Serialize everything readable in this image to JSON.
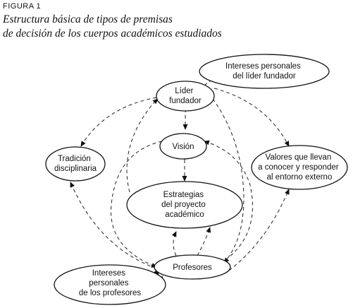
{
  "figure": {
    "label": "FIGURA 1",
    "title_lines": [
      "Estructura básica de tipos de premisas",
      "de decisión de los cuerpos académicos estudiados"
    ]
  },
  "nodes": {
    "lider": {
      "lines": [
        "Líder",
        "fundador"
      ]
    },
    "intereses_lider": {
      "lines": [
        "Intereses personales",
        "del líder fundador"
      ]
    },
    "vision": {
      "lines": [
        "Visión"
      ]
    },
    "tradicion": {
      "lines": [
        "Tradición",
        "disciplinaria"
      ]
    },
    "valores": {
      "lines": [
        "Valores que llevan",
        "a conocer y responder",
        "al entorno externo"
      ]
    },
    "estrategias": {
      "lines": [
        "Estrategias",
        "del proyecto",
        "académico"
      ]
    },
    "profesores": {
      "lines": [
        "Profesores"
      ]
    },
    "intereses_prof": {
      "lines": [
        "Intereses",
        "personales",
        "de los profesores"
      ]
    }
  }
}
